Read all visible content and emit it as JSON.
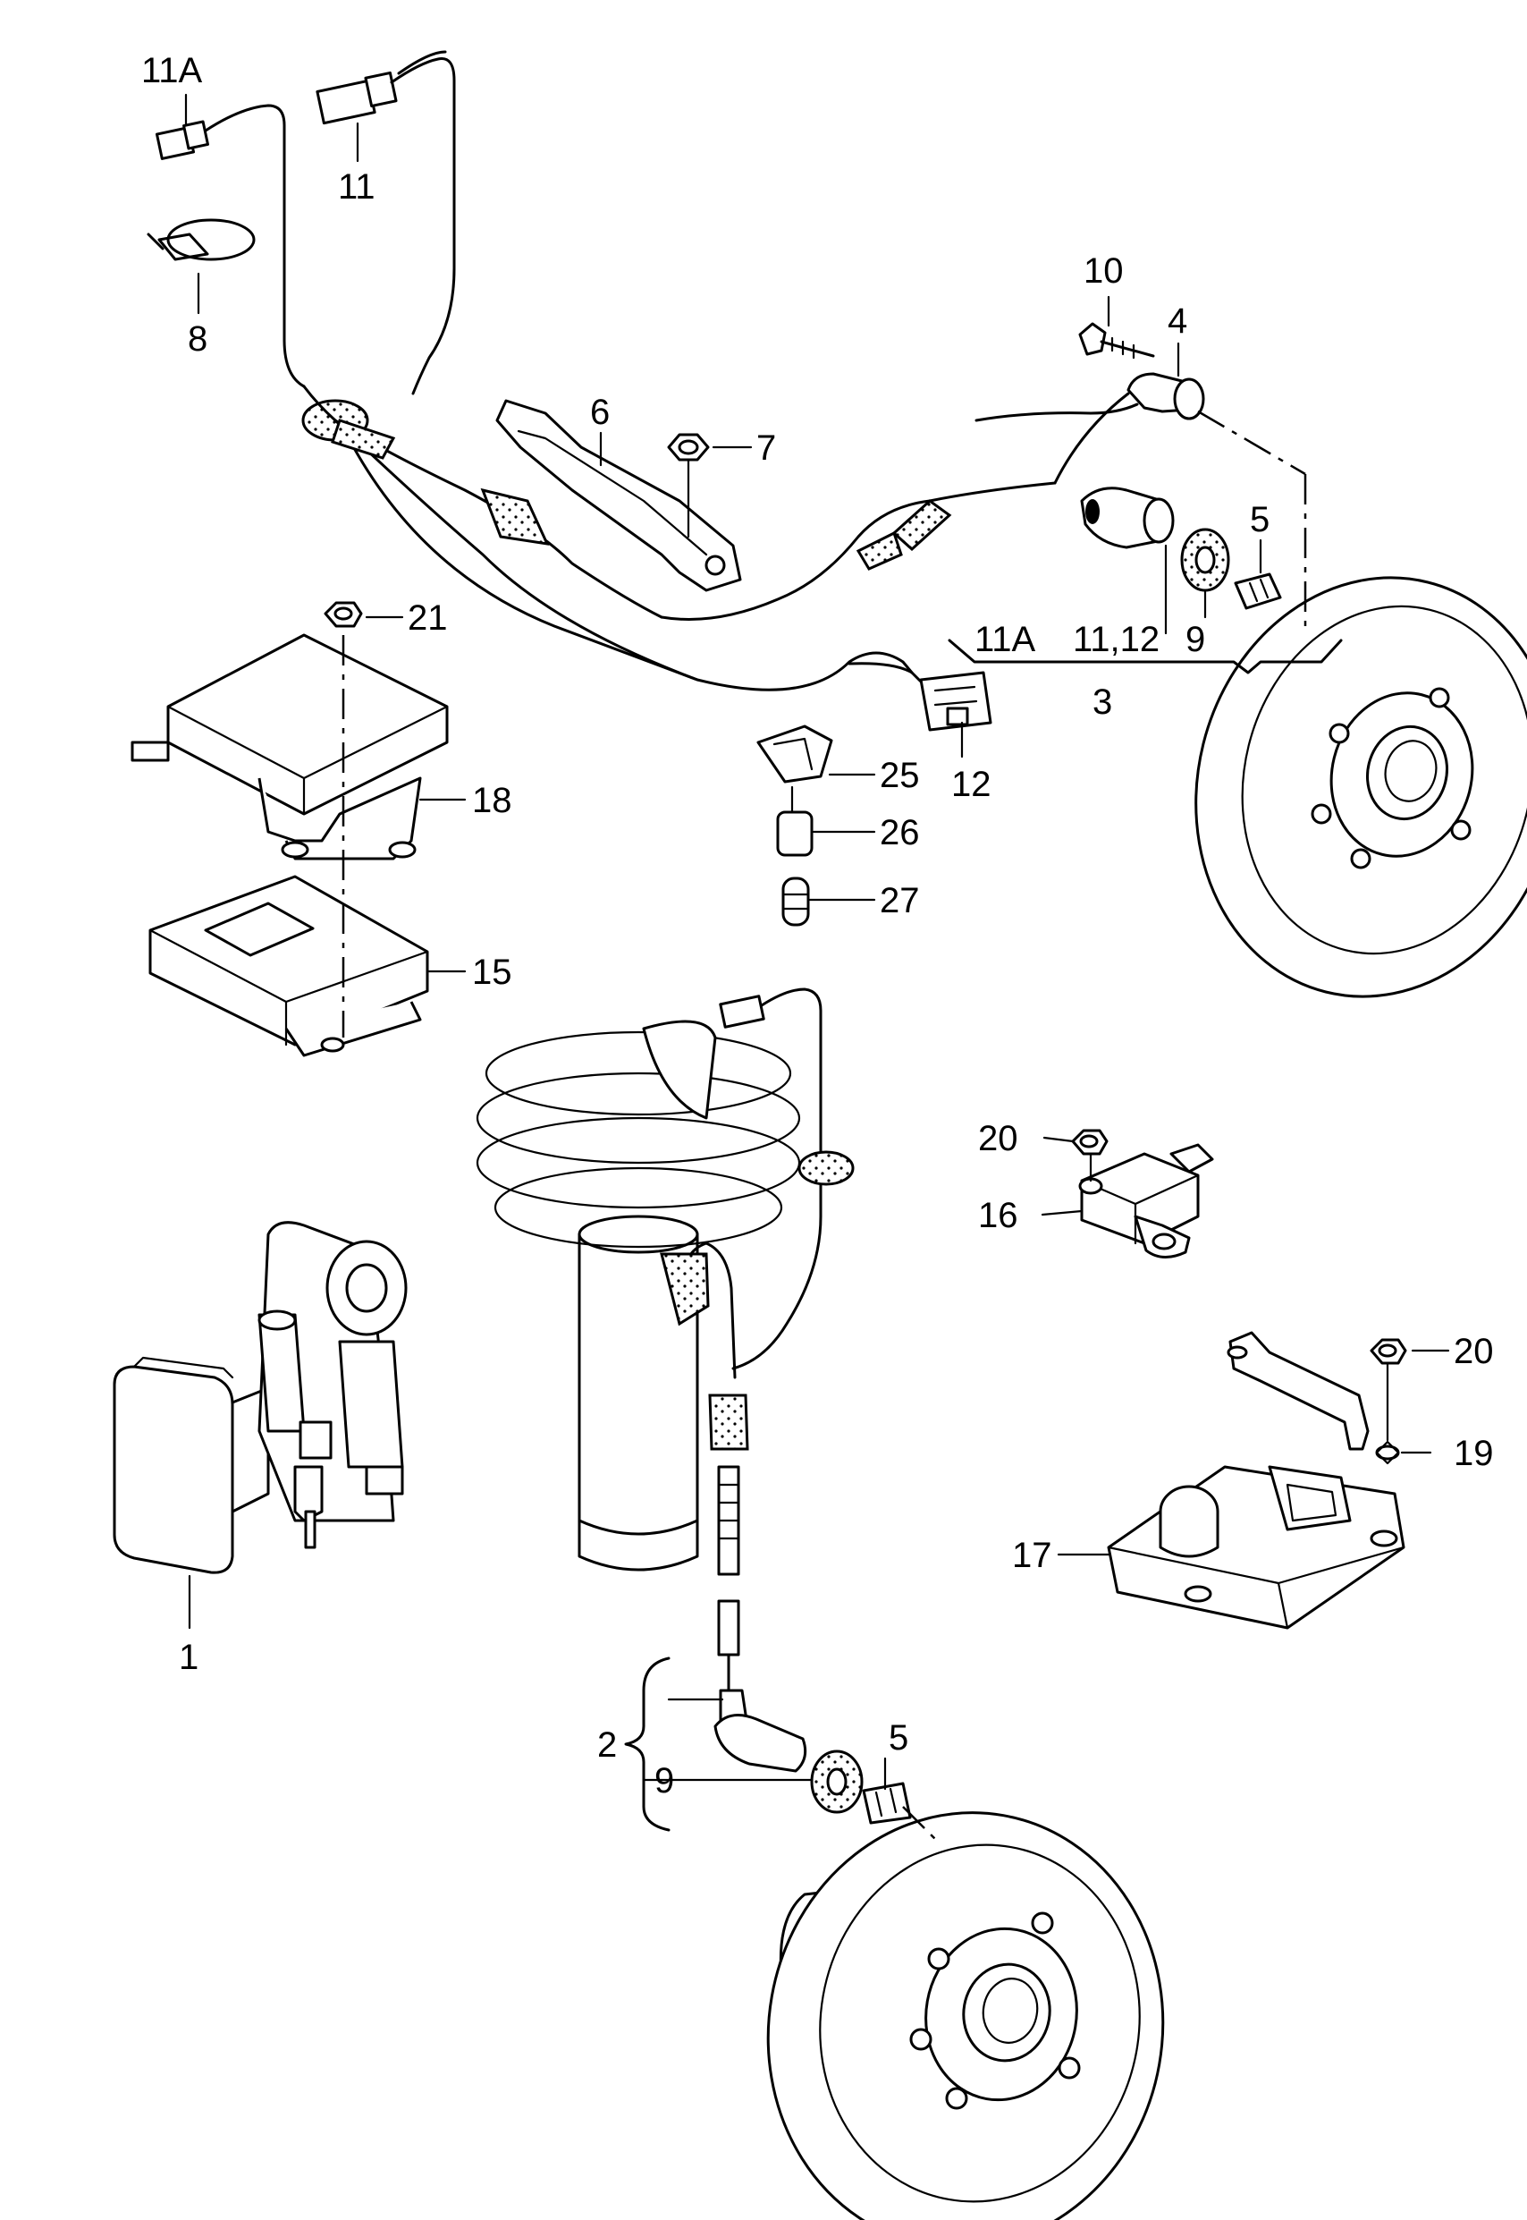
{
  "callouts": {
    "c1": "1",
    "c2": "2",
    "c3": "3",
    "c4": "4",
    "c5a": "5",
    "c5b": "5",
    "c6": "6",
    "c7": "7",
    "c8": "8",
    "c9a": "9",
    "c9b": "9",
    "c10": "10",
    "c11": "11",
    "c11A_top": "11A",
    "c11A_group": "11A",
    "c11_12": "11,12",
    "c12": "12",
    "c15": "15",
    "c16": "16",
    "c17": "17",
    "c18": "18",
    "c19": "19",
    "c20a": "20",
    "c20b": "20",
    "c21": "21",
    "c25": "25",
    "c26": "26",
    "c27": "27"
  }
}
